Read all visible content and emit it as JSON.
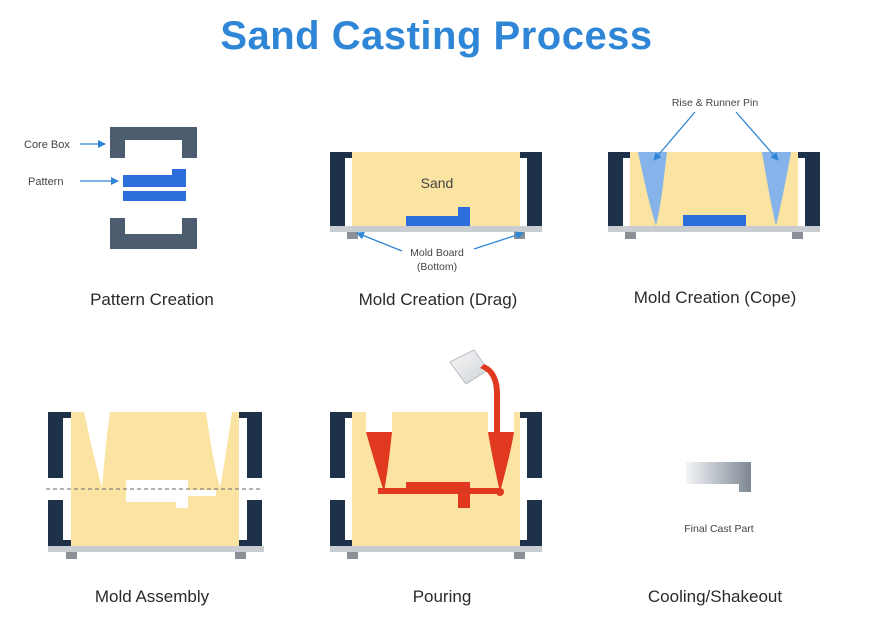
{
  "title": "Sand Casting Process",
  "steps": [
    {
      "caption": "Pattern Creation"
    },
    {
      "caption": "Mold Creation (Drag)"
    },
    {
      "caption": "Mold Creation (Cope)"
    },
    {
      "caption": "Mold Assembly"
    },
    {
      "caption": "Pouring"
    },
    {
      "caption": "Cooling/Shakeout"
    }
  ],
  "labels": {
    "core_box": "Core Box",
    "pattern": "Pattern",
    "sand": "Sand",
    "mold_board_line1": "Mold Board",
    "mold_board_line2": "(Bottom)",
    "rise_runner_pin": "Rise & Runner Pin",
    "final_cast_part": "Final Cast Part"
  },
  "colors": {
    "title": "#2f86d6",
    "sand": "#fbe3a1",
    "flask": "#1d3148",
    "pattern": "#2c6fdc",
    "core_box": "#4b5d6f",
    "pin": "#86b4ea",
    "metal": "#e0391f",
    "board": "#c9cdd2",
    "arrow": "#2f86d6"
  }
}
